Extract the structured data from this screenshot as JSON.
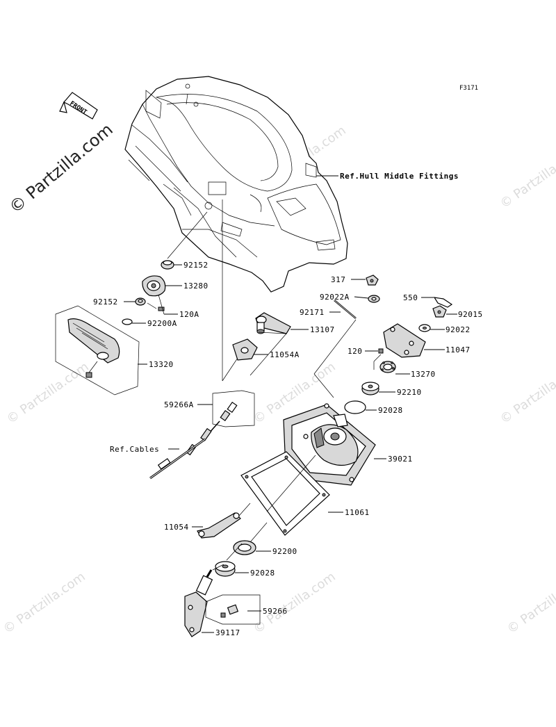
{
  "diagram": {
    "code": "F3171",
    "front_label": "FRONT",
    "watermark_main": "© Partzilla.com",
    "watermark_tile": "© Partzilla.com",
    "references": {
      "hull": "Ref.Hull Middle Fittings",
      "cables": "Ref.Cables"
    },
    "parts": {
      "p92152a": "92152",
      "p13280": "13280",
      "p92152b": "92152",
      "p120a": "120A",
      "p92200a": "92200A",
      "p13320": "13320",
      "p13107": "13107",
      "p11054a": "11054A",
      "p59266a": "59266A",
      "p317": "317",
      "p92022a": "92022A",
      "p92171": "92171",
      "p550": "550",
      "p92015": "92015",
      "p92022": "92022",
      "p11047": "11047",
      "p120": "120",
      "p13270": "13270",
      "p92210": "92210",
      "p92028a": "92028",
      "p39021": "39021",
      "p11061": "11061",
      "p11054": "11054",
      "p92200": "92200",
      "p92028b": "92028",
      "p59266": "59266",
      "p39117": "39117"
    }
  }
}
